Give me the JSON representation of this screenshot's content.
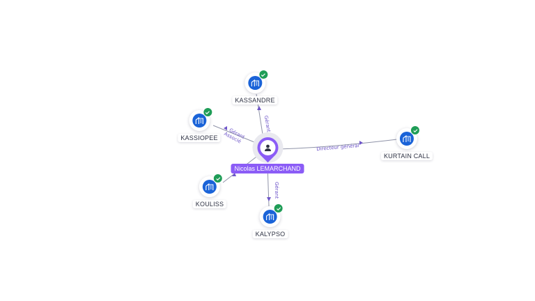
{
  "center": {
    "name": "Nicolas LEMARCHAND",
    "icon": "person-icon",
    "color": "#8b5cf6"
  },
  "companies": [
    {
      "id": "kassandre",
      "name": "KASSANDRE",
      "icon": "building-icon",
      "status": "check-icon"
    },
    {
      "id": "kassiopee",
      "name": "KASSIOPEE",
      "icon": "building-icon",
      "status": "check-icon"
    },
    {
      "id": "kurtain",
      "name": "KURTAIN CALL",
      "icon": "building-icon",
      "status": "check-icon"
    },
    {
      "id": "kouliss",
      "name": "KOULISS",
      "icon": "building-icon",
      "status": "check-icon"
    },
    {
      "id": "kalypso",
      "name": "KALYPSO",
      "icon": "building-icon",
      "status": "check-icon"
    }
  ],
  "edges": [
    {
      "to": "kassandre",
      "label": "Gérant"
    },
    {
      "to": "kassiopee",
      "label": "Gérant Associé",
      "label_lines": [
        "Gérant",
        "Associé"
      ]
    },
    {
      "to": "kurtain",
      "label": "Directeur général"
    },
    {
      "to": "kouliss",
      "label": ""
    },
    {
      "to": "kalypso",
      "label": "Gérant"
    }
  ],
  "colors": {
    "company": "#1a63d8",
    "verified": "#1f9d57",
    "edge": "#8f93a8",
    "edge_label": "#6e55c9"
  }
}
